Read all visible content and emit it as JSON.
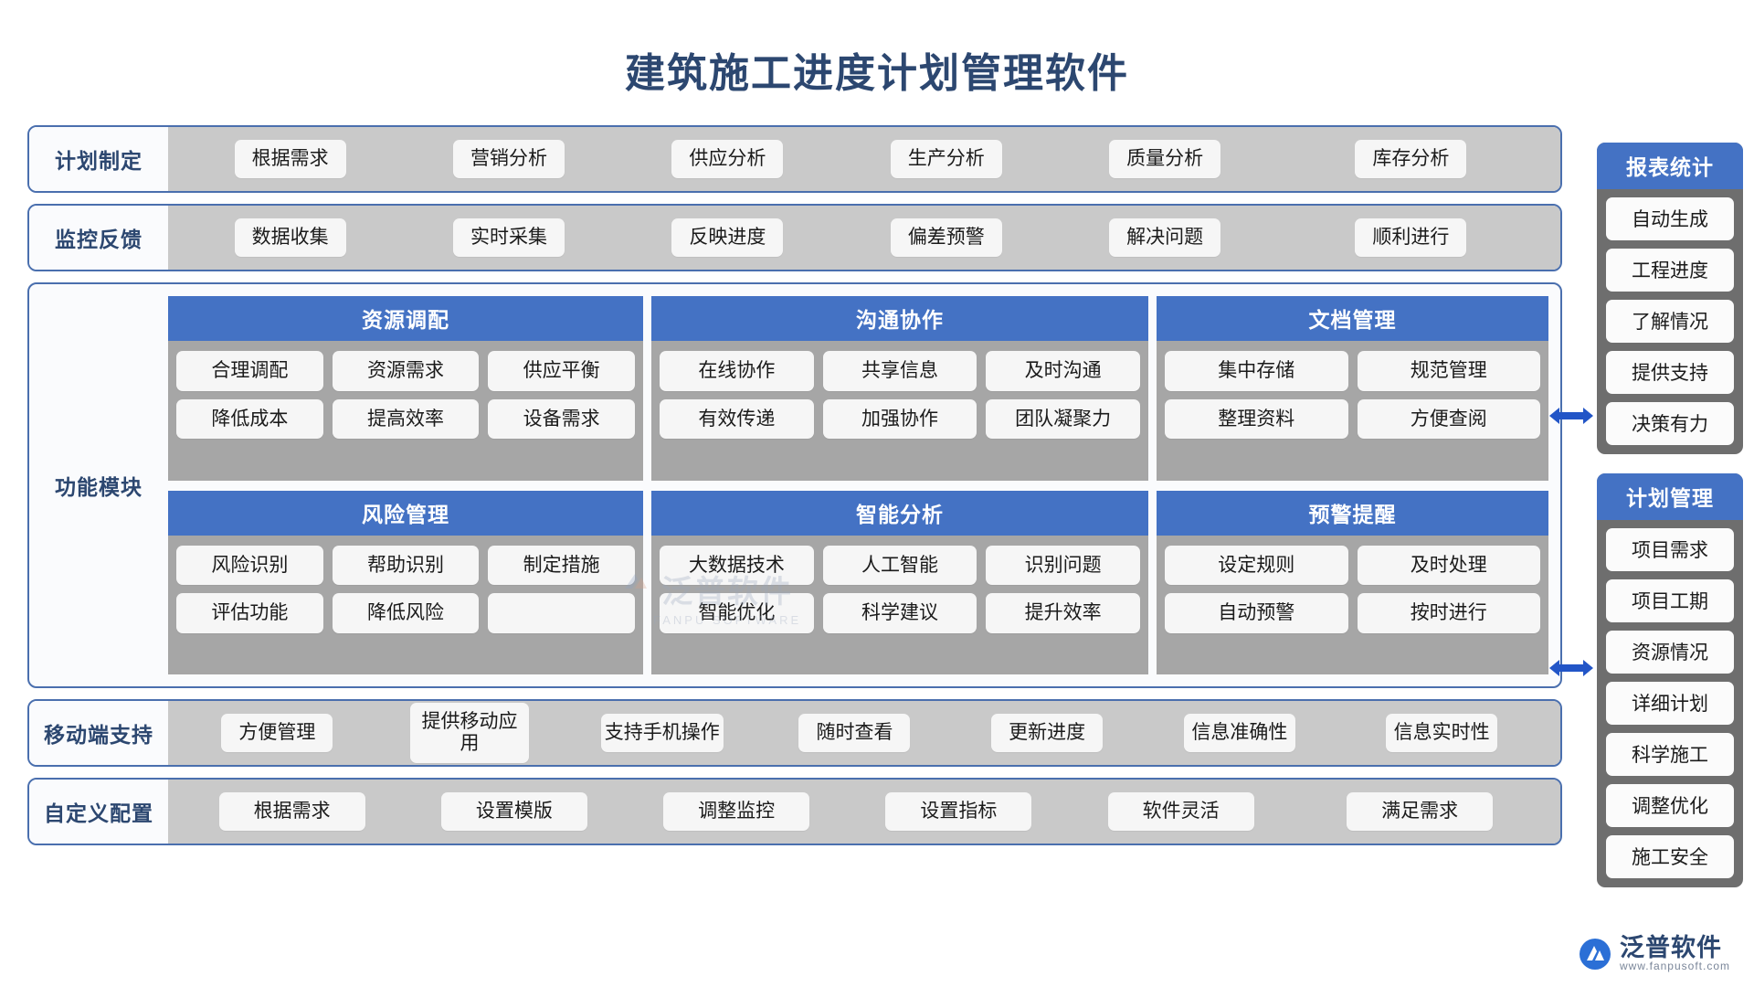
{
  "title": "建筑施工进度计划管理软件",
  "colors": {
    "title": "#2c4770",
    "accent_blue": "#4472c4",
    "border_blue": "#4a6fae",
    "band_body": "#c9c9c9",
    "card_body": "#a6a6a6",
    "sidebar_bg": "#6e6e6e",
    "chip_bg": "#f6f6f6"
  },
  "bands": [
    {
      "label": "计划制定",
      "items": [
        "根据需求",
        "营销分析",
        "供应分析",
        "生产分析",
        "质量分析",
        "库存分析"
      ]
    },
    {
      "label": "监控反馈",
      "items": [
        "数据收集",
        "实时采集",
        "反映进度",
        "偏差预警",
        "解决问题",
        "顺利进行"
      ]
    }
  ],
  "modules": {
    "label": "功能模块",
    "cards": [
      {
        "title": "资源调配",
        "columns": 3,
        "items": [
          "合理调配",
          "资源需求",
          "供应平衡",
          "降低成本",
          "提高效率",
          "设备需求"
        ]
      },
      {
        "title": "沟通协作",
        "columns": 3,
        "items": [
          "在线协作",
          "共享信息",
          "及时沟通",
          "有效传递",
          "加强协作",
          "团队凝聚力"
        ]
      },
      {
        "title": "文档管理",
        "columns": 2,
        "items": [
          "集中存储",
          "规范管理",
          "整理资料",
          "方便查阅"
        ]
      },
      {
        "title": "风险管理",
        "columns": 3,
        "items": [
          "风险识别",
          "帮助识别",
          "制定措施",
          "评估功能",
          "降低风险",
          ""
        ]
      },
      {
        "title": "智能分析",
        "columns": 3,
        "items": [
          "大数据技术",
          "人工智能",
          "识别问题",
          "智能优化",
          "科学建议",
          "提升效率"
        ]
      },
      {
        "title": "预警提醒",
        "columns": 2,
        "items": [
          "设定规则",
          "及时处理",
          "自动预警",
          "按时进行"
        ]
      }
    ]
  },
  "bottom_bands": [
    {
      "label": "移动端支持",
      "items": [
        "方便管理",
        "提供移动应用",
        "支持手机操作",
        "随时查看",
        "更新进度",
        "信息准确性",
        "信息实时性"
      ]
    },
    {
      "label": "自定义配置",
      "items": [
        "根据需求",
        "设置模版",
        "调整监控",
        "设置指标",
        "软件灵活",
        "满足需求"
      ]
    }
  ],
  "sidebars": [
    {
      "title": "报表统计",
      "items": [
        "自动生成",
        "工程进度",
        "了解情况",
        "提供支持",
        "决策有力"
      ]
    },
    {
      "title": "计划管理",
      "items": [
        "项目需求",
        "项目工期",
        "资源情况",
        "详细计划",
        "科学施工",
        "调整优化",
        "施工安全"
      ]
    }
  ],
  "watermark": {
    "text": "泛普软件",
    "subtext": "FANPU SOFTWARE"
  },
  "brand": {
    "name": "泛普软件",
    "url": "www.fanpusoft.com"
  }
}
